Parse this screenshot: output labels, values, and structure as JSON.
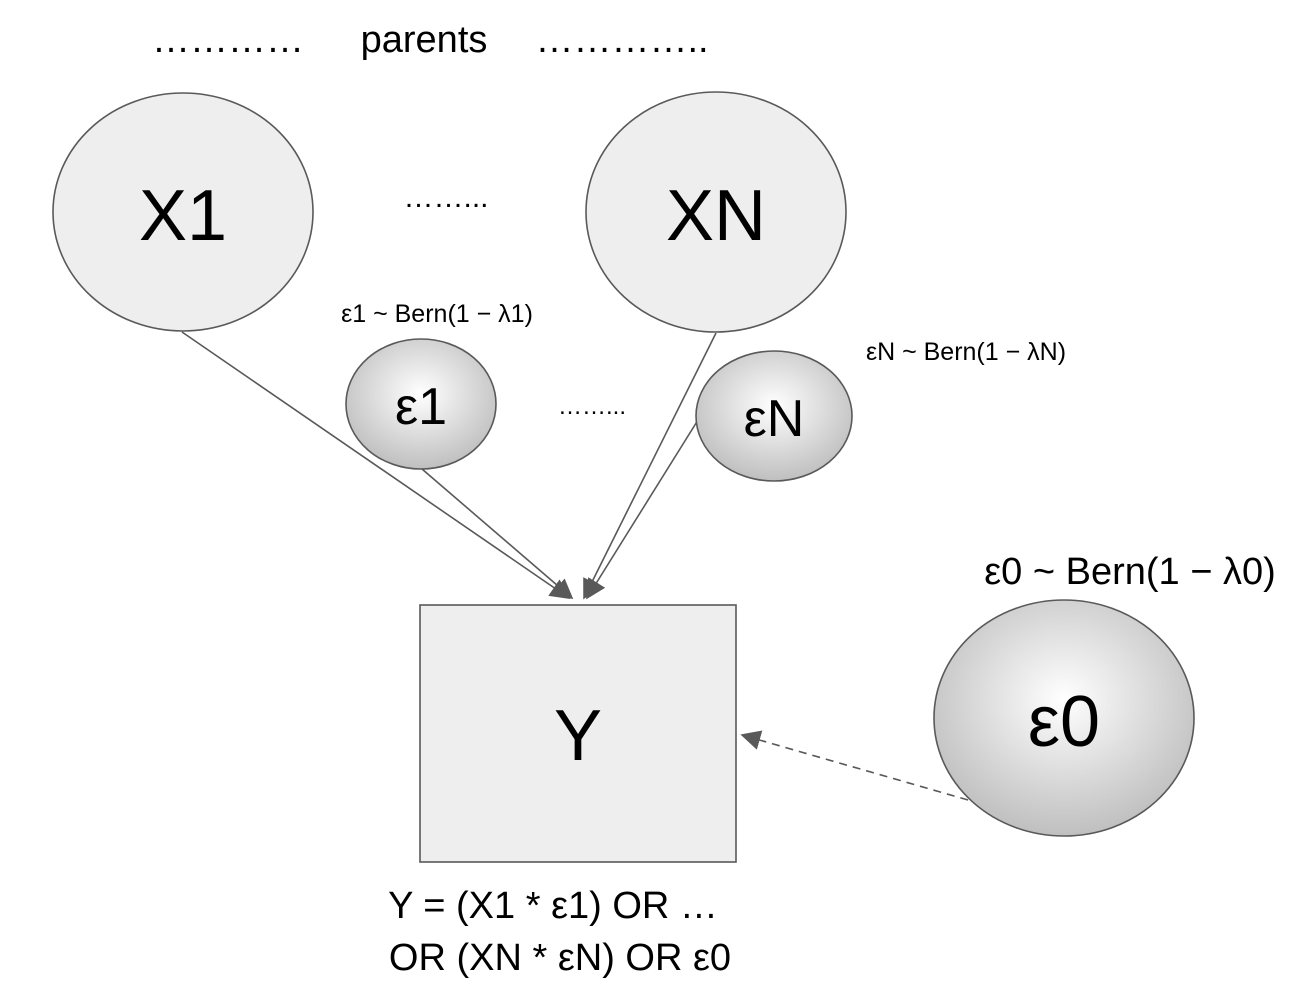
{
  "header": {
    "left_dots": "…………",
    "title": "parents",
    "right_dots": "…………..",
    "between_parents_dots": "……...",
    "between_noise_dots": "……..."
  },
  "nodes": {
    "x1": {
      "label": "X1"
    },
    "xn": {
      "label": "XN"
    },
    "e1": {
      "label": "ε1",
      "dist": "ε1 ~ Bern(1 − λ1)"
    },
    "en": {
      "label": "εN",
      "dist": "εN ~ Bern(1 − λN)"
    },
    "e0": {
      "label": "ε0",
      "dist": "ε0 ~ Bern(1 − λ0)"
    },
    "y": {
      "label": "Y"
    }
  },
  "formula": {
    "line1": "Y = (X1 * ε1) OR …",
    "line2": "OR (XN * εN) OR ε0"
  },
  "colors": {
    "node_fill": "#eeeeee",
    "node_stroke": "#595959",
    "edge": "#595959",
    "gradient_center": "#ffffff",
    "gradient_edge": "#bdbdbd"
  }
}
